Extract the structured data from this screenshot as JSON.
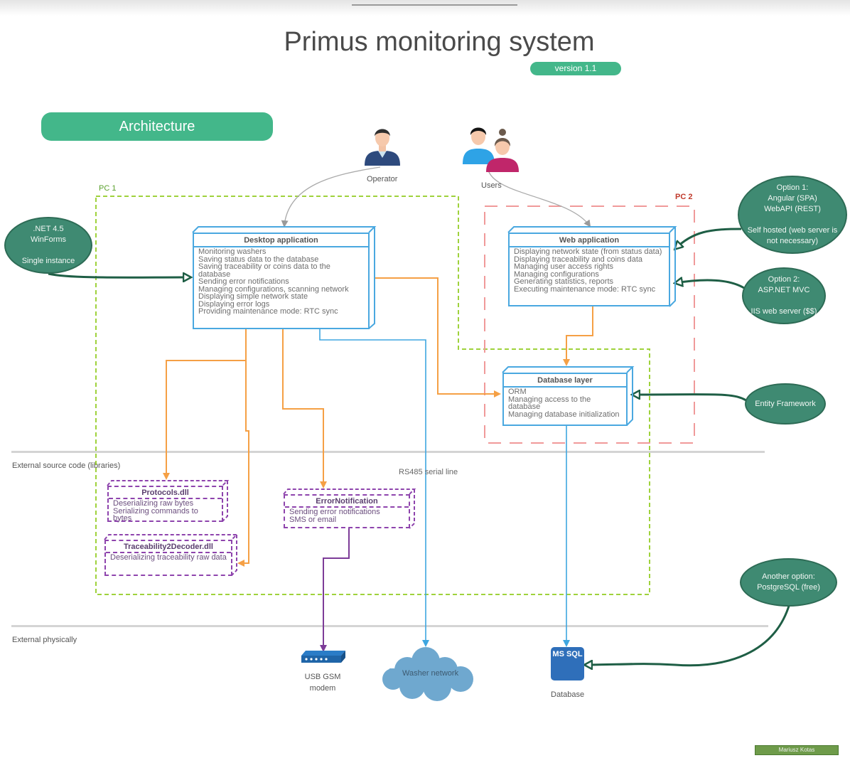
{
  "header": {
    "title": "Primus monitoring system",
    "version": "version 1.1",
    "section_title": "Architecture"
  },
  "actors": {
    "operator": "Operator",
    "users": "Users"
  },
  "zones": {
    "pc1": "PC 1",
    "pc2": "PC 2",
    "external_libraries": "External source code (libraries)",
    "external_physical": "External physically"
  },
  "components": {
    "desktop_app": {
      "title": "Desktop application",
      "lines": [
        "Monitoring washers",
        "Saving status data to the database",
        "Saving traceability or coins data to the database",
        "Sending error notifications",
        "Managing configurations, scanning network",
        "Displaying simple network state",
        "Displaying error logs",
        "Providing maintenance mode: RTC sync"
      ]
    },
    "web_app": {
      "title": "Web application",
      "lines": [
        "Displaying network state (from status data)",
        "Displaying traceability and coins data",
        "Managing user access rights",
        "Managing configurations",
        "Generating statistics, reports",
        "Executing maintenance mode: RTC sync"
      ]
    },
    "database_layer": {
      "title": "Database layer",
      "lines": [
        "ORM",
        "Managing access to the database",
        "Managing database initialization"
      ]
    }
  },
  "libraries": {
    "protocols": {
      "title": "Protocols.dll",
      "lines": [
        "Deserializing raw bytes",
        "Serializing commands to bytes"
      ]
    },
    "traceability": {
      "title": "Traceability2Decoder.dll",
      "lines": [
        "Deserializing traceability raw data"
      ]
    },
    "error_notification": {
      "title": "ErrorNotification",
      "lines": [
        "Sending error notifications",
        "SMS or email"
      ]
    }
  },
  "notes": {
    "net": ".NET 4.5\nWinForms\n\nSingle instance",
    "option1": "Option 1:\nAngular (SPA)\nWebAPI (REST)\n\nSelf hosted (web server is\nnot necessary)",
    "option2": "Option 2:\nASP.NET MVC\n\nIIS web server ($$)",
    "entity_framework": "Entity Framework",
    "another_option": "Another option:\nPostgreSQL (free)"
  },
  "connections": {
    "rs485": "RS485 serial line"
  },
  "physical": {
    "modem": "USB GSM\nmodem",
    "washer_network": "Washer network",
    "mssql_icon": "MS SQL",
    "database": "Database"
  },
  "footer": {
    "author": "Mariusz Kotas"
  },
  "colors": {
    "accent_green": "#43b78a",
    "note_green": "#3f8a72",
    "component_blue": "#4aa8e0",
    "library_purple": "#8e44ad",
    "dependency_orange": "#f5a045",
    "pc1_border": "#9fd23c",
    "pc2_border": "#f09a9a"
  }
}
